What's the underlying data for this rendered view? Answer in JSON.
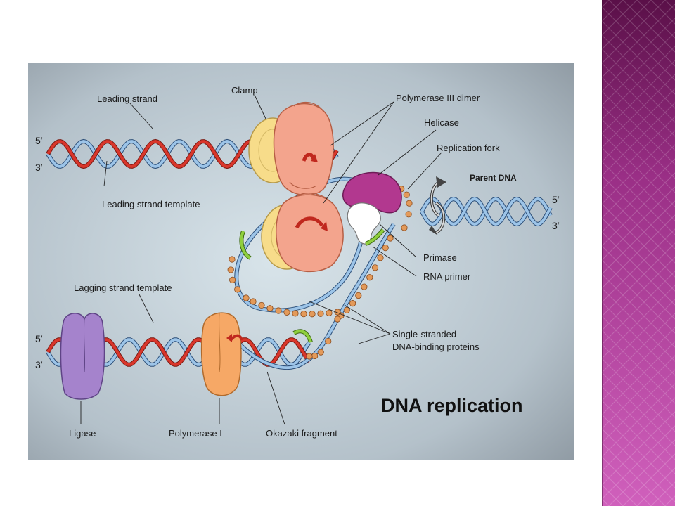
{
  "figure": {
    "title": "DNA replication",
    "labels": {
      "leading_strand": "Leading strand",
      "clamp": "Clamp",
      "polymerase_iii_dimer": "Polymerase III dimer",
      "helicase": "Helicase",
      "replication_fork": "Replication fork",
      "parent_dna": "Parent DNA",
      "leading_strand_template": "Leading strand template",
      "primase": "Primase",
      "rna_primer": "RNA primer",
      "lagging_strand_template": "Lagging strand template",
      "ssb_line1": "Single-stranded",
      "ssb_line2": "DNA-binding proteins",
      "ligase": "Ligase",
      "polymerase_i": "Polymerase I",
      "okazaki_fragment": "Okazaki fragment"
    },
    "ends": {
      "five_prime": "5′",
      "three_prime": "3′"
    }
  },
  "colors": {
    "side_panel_light": "#c24fb0",
    "side_panel_dark": "#5a1048",
    "strand_blue": "#9cc4e8",
    "strand_red": "#d9362b",
    "clamp_yellow": "#f7dc8a",
    "polymerase_iii": "#f3a48d",
    "helicase": "#b2388f",
    "ligase": "#a583cc",
    "polymerase_i": "#f6a866",
    "rna_primer_green": "#8fcf3e",
    "ssb_orange": "#e39a5a"
  }
}
